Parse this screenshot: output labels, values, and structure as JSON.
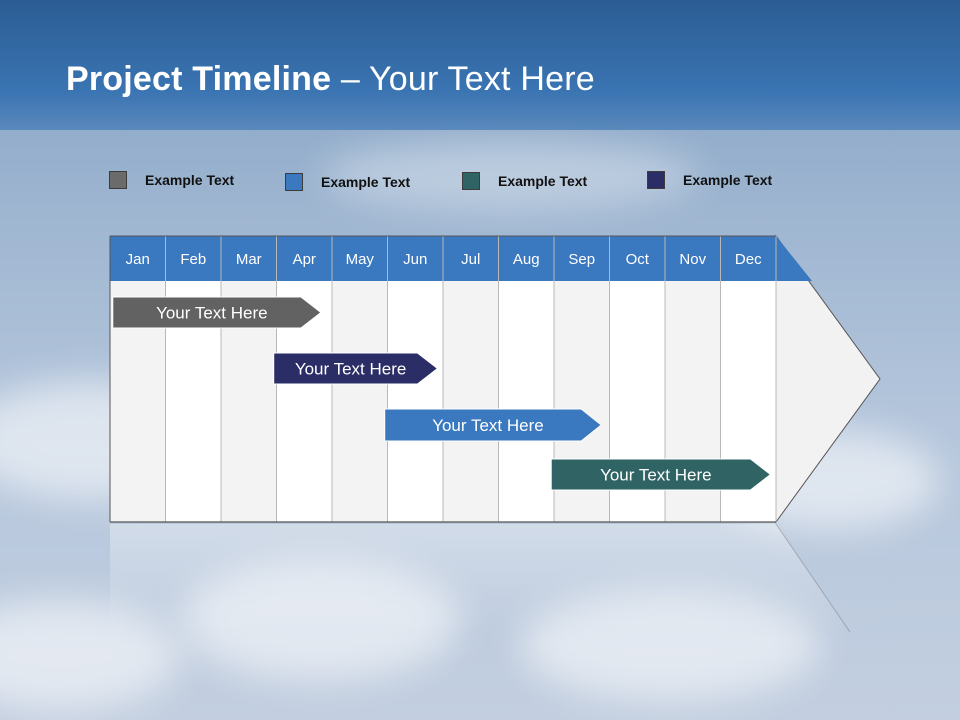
{
  "title": {
    "main": "Project Timeline",
    "rest": " – Your Text Here"
  },
  "legend": [
    {
      "label": "Example Text",
      "color": "#6b6b6b"
    },
    {
      "label": "Example Text",
      "color": "#3a78c0"
    },
    {
      "label": "Example Text",
      "color": "#2f6364"
    },
    {
      "label": "Example Text",
      "color": "#2b2d66"
    }
  ],
  "months": [
    "Jan",
    "Feb",
    "Mar",
    "Apr",
    "May",
    "Jun",
    "Jul",
    "Aug",
    "Sep",
    "Oct",
    "Nov",
    "Dec"
  ],
  "bars": [
    {
      "label": "Your  Text Here",
      "color": "#626262"
    },
    {
      "label": "Your  Text Here",
      "color": "#2b2d66"
    },
    {
      "label": "Your  Text Here",
      "color": "#3a78c0"
    },
    {
      "label": "Your  Text Here",
      "color": "#2f6364"
    }
  ],
  "colors": {
    "header_bar": "#3a78c0",
    "column_light": "#f3f3f3",
    "column_white": "#ffffff"
  }
}
